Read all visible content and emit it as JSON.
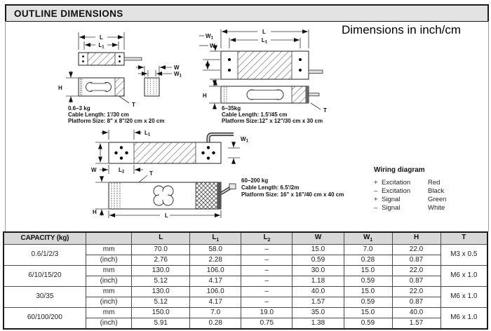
{
  "page": {
    "title": "OUTLINE DIMENSIONS",
    "units_note": "Dimensions in inch/cm"
  },
  "dim_labels": {
    "L": "L",
    "L1_main": "L",
    "L1_sub": "1",
    "L2_main": "L",
    "L2_sub": "2",
    "W": "W",
    "W1_main": "W",
    "W1_sub": "1",
    "H": "H",
    "T": "T"
  },
  "drawings": {
    "small": {
      "capacity": "0.6–3 kg",
      "cable": "Cable Length: 1'/30 cm",
      "platform": "Platform Size: 8\" x 8\"/20 cm x 20 cm"
    },
    "medium": {
      "capacity": "6–35kg",
      "cable": "Cable Length: 1.5'/45 cm",
      "platform": "Platform Size:12\" x 12\"/30 cm x 30 cm"
    },
    "large": {
      "capacity": "60–200 kg",
      "cable": "Cable Length: 6.5'/2m",
      "platform": "Platform Size: 16\" x 16\"/40 cm x 40 cm"
    }
  },
  "wiring": {
    "title": "Wiring diagram",
    "rows": [
      {
        "sign": "+",
        "name": "Excitation",
        "color": "Red"
      },
      {
        "sign": "–",
        "name": "Excitation",
        "color": "Black"
      },
      {
        "sign": "+",
        "name": "Signal",
        "color": "Green"
      },
      {
        "sign": "–",
        "name": "Signal",
        "color": "White"
      }
    ]
  },
  "table": {
    "headers": [
      {
        "main": "CAPACITY (kg)",
        "sub": ""
      },
      {
        "main": "",
        "sub": ""
      },
      {
        "main": "L",
        "sub": ""
      },
      {
        "main": "L",
        "sub": "1"
      },
      {
        "main": "L",
        "sub": "2"
      },
      {
        "main": "W",
        "sub": ""
      },
      {
        "main": "W",
        "sub": "1"
      },
      {
        "main": "H",
        "sub": ""
      },
      {
        "main": "T",
        "sub": ""
      }
    ],
    "rows": [
      {
        "capacity": "0.6/1/2/3",
        "thread": "M3 x 0.5",
        "mm_label": "mm",
        "inch_label": "(inch)",
        "mm": [
          "70.0",
          "58.0",
          "–",
          "15.0",
          "7.0",
          "22.0"
        ],
        "inch": [
          "2.76",
          "2.28",
          "–",
          "0.59",
          "0.28",
          "0.87"
        ]
      },
      {
        "capacity": "6/10/15/20",
        "thread": "M6 x 1.0",
        "mm_label": "mm",
        "inch_label": "(inch)",
        "mm": [
          "130.0",
          "106.0",
          "–",
          "30.0",
          "15.0",
          "22.0"
        ],
        "inch": [
          "5.12",
          "4.17",
          "–",
          "1.18",
          "0.59",
          "0.87"
        ]
      },
      {
        "capacity": "30/35",
        "thread": "M6 x 1.0",
        "mm_label": "mm",
        "inch_label": "(inch)",
        "mm": [
          "130.0",
          "106.0",
          "–",
          "40.0",
          "15.0",
          "22.0"
        ],
        "inch": [
          "5.12",
          "4.17",
          "–",
          "1.57",
          "0.59",
          "0.87"
        ]
      },
      {
        "capacity": "60/100/200",
        "thread": "M6 x 1.0",
        "mm_label": "mm",
        "inch_label": "(inch)",
        "mm": [
          "150.0",
          "7.0",
          "19.0",
          "35.0",
          "15.0",
          "40.0"
        ],
        "inch": [
          "5.91",
          "0.28",
          "0.75",
          "1.38",
          "0.59",
          "1.57"
        ]
      }
    ]
  }
}
